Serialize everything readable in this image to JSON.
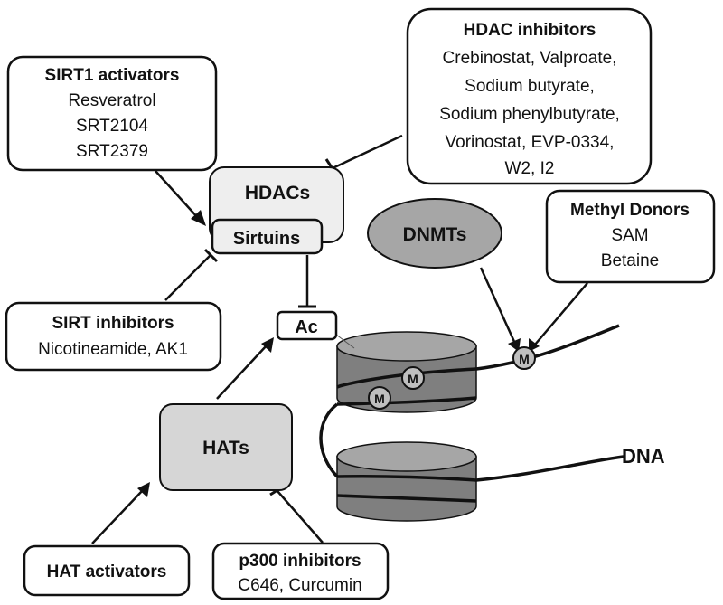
{
  "sirt1_activators": {
    "title": "SIRT1 activators",
    "items": [
      "Resveratrol",
      "SRT2104",
      "SRT2379"
    ]
  },
  "hdac_inhibitors": {
    "title": "HDAC inhibitors",
    "items": [
      "Crebinostat, Valproate,",
      "Sodium butyrate,",
      "Sodium phenylbutyrate,",
      "Vorinostat, EVP-0334,",
      "W2, I2"
    ]
  },
  "hdacs": {
    "label": "HDACs"
  },
  "sirtuins": {
    "label": "Sirtuins"
  },
  "dnmts": {
    "label": "DNMTs"
  },
  "methyl_donors": {
    "title": "Methyl Donors",
    "items": [
      "SAM",
      "Betaine"
    ]
  },
  "sirt_inhibitors": {
    "title": "SIRT inhibitors",
    "items": [
      "Nicotineamide, AK1"
    ]
  },
  "acetyl": {
    "label": "Ac"
  },
  "methyl_marker": {
    "label": "M"
  },
  "hats": {
    "label": "HATs"
  },
  "dna": {
    "label": "DNA"
  },
  "hat_activators": {
    "title": "HAT activators"
  },
  "p300_inhibitors": {
    "title": "p300 inhibitors",
    "items": [
      "C646, Curcumin"
    ]
  },
  "colors": {
    "box_light": "#eeeeee",
    "box_mid": "#d6d6d6",
    "dnmts_fill": "#a6a6a6",
    "cylinder": "#7f7f7f",
    "cylinder_top": "#a6a6a6",
    "marker_fill": "#bfbfbf",
    "line": "#111111"
  }
}
